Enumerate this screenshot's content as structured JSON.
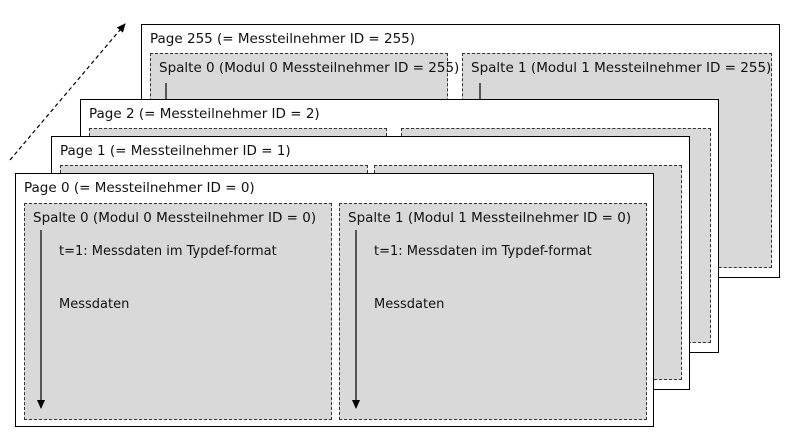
{
  "pages": [
    {
      "title": "Page 255 (= Messteilnehmer ID = 255)",
      "columns": [
        {
          "title": "Spalte 0 (Modul 0 Messteilnehmer ID = 255)"
        },
        {
          "title": "Spalte 1 (Modul 1 Messteilnehmer ID = 255)"
        }
      ]
    },
    {
      "title": "Page 2 (= Messteilnehmer ID = 2)"
    },
    {
      "title": "Page 1 (= Messteilnehmer ID = 1)"
    },
    {
      "title": "Page 0 (= Messteilnehmer ID = 0)",
      "columns": [
        {
          "title": "Spalte 0 (Modul 0 Messteilnehmer ID = 0)",
          "line1": "t=1: Messdaten im Typdef-format",
          "line2": "Messdaten"
        },
        {
          "title": "Spalte 1 (Modul 1 Messteilnehmer ID = 0)",
          "line1": "t=1: Messdaten im Typdef-format",
          "line2": "Messdaten"
        }
      ]
    }
  ]
}
